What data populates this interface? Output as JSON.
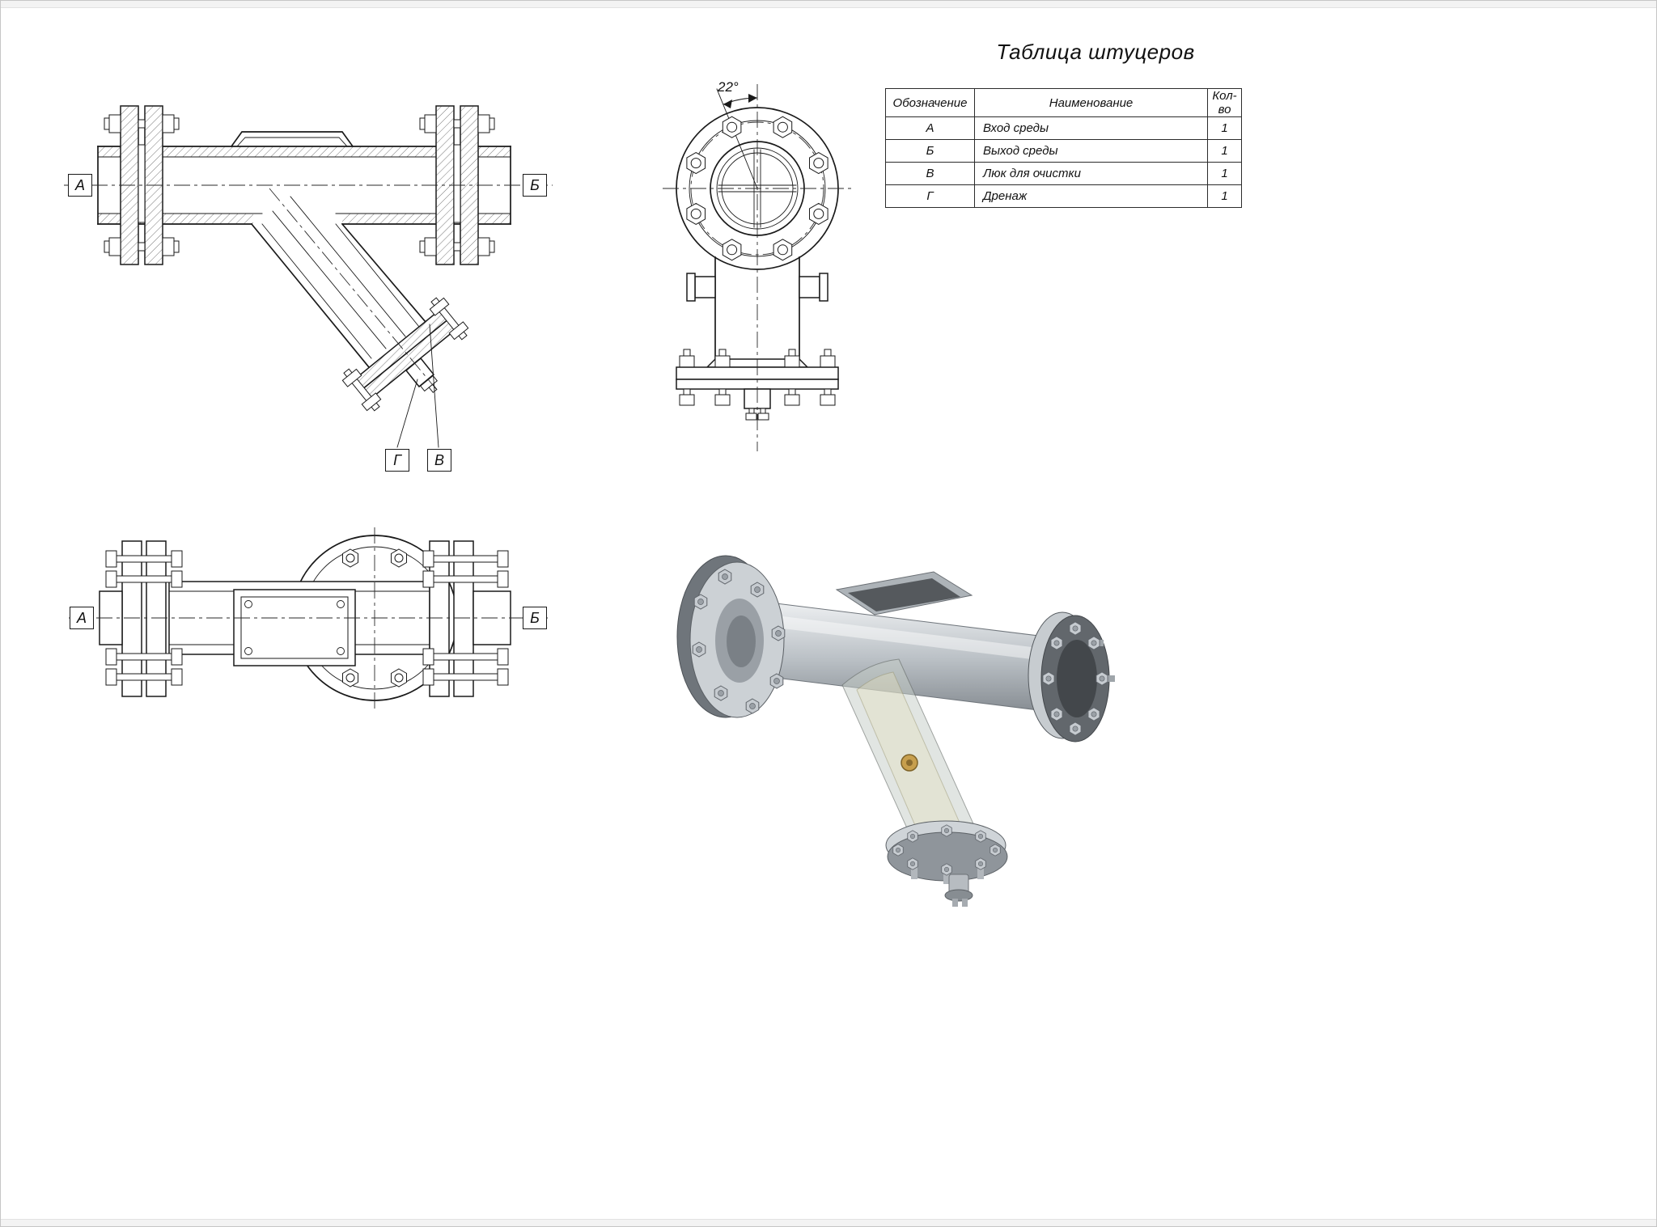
{
  "table": {
    "title": "Таблица штуцеров",
    "headers": {
      "designation": "Обозначение",
      "name": "Наименование",
      "qty": "Кол-во"
    },
    "rows": [
      {
        "designation": "А",
        "name": "Вход среды",
        "qty": "1"
      },
      {
        "designation": "Б",
        "name": "Выход среды",
        "qty": "1"
      },
      {
        "designation": "В",
        "name": "Люк для очистки",
        "qty": "1"
      },
      {
        "designation": "Г",
        "name": "Дренаж",
        "qty": "1"
      }
    ]
  },
  "views": {
    "side": {
      "label_inlet": "А",
      "label_outlet": "Б",
      "label_drain": "Г",
      "label_hatch": "В"
    },
    "front": {
      "angle_dim": "22°"
    },
    "top": {
      "label_inlet": "А",
      "label_outlet": "Б"
    }
  }
}
